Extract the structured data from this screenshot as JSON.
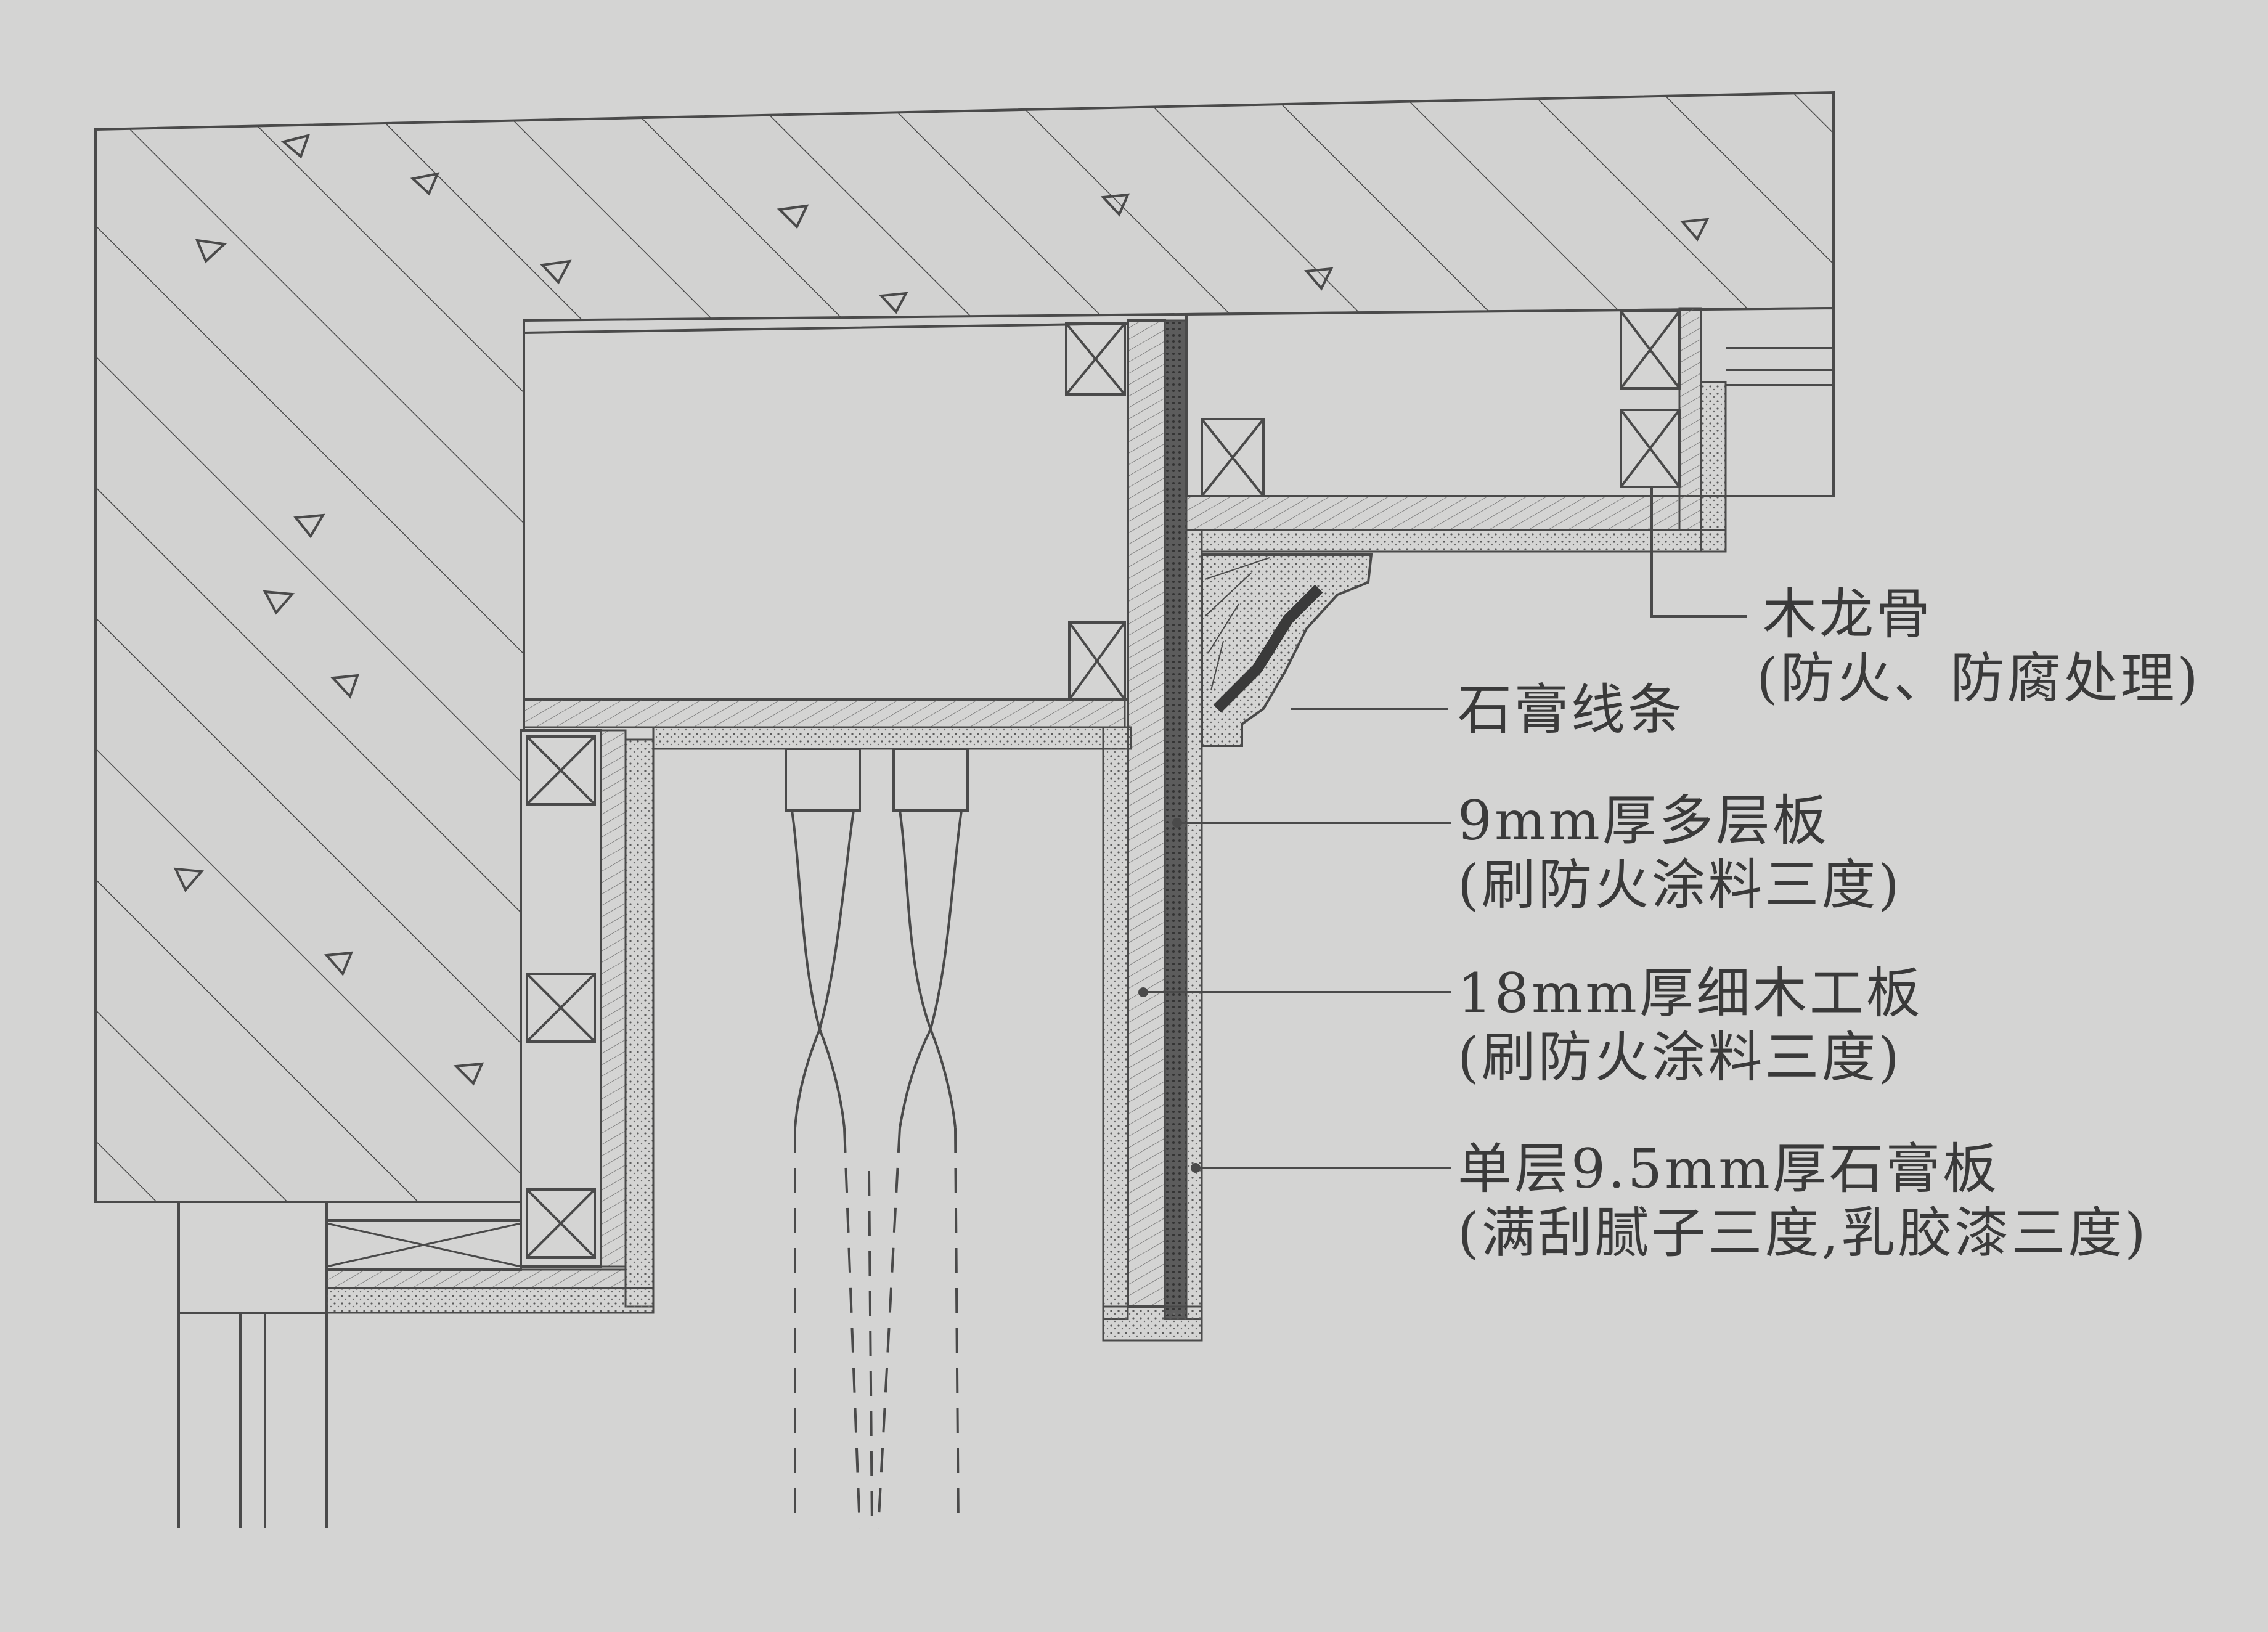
{
  "annotations": [
    {
      "id": "wood-keel",
      "line1": "木龙骨",
      "line2": "(防火、防腐处理)"
    },
    {
      "id": "gypsum-molding",
      "line1": "石膏线条",
      "line2": ""
    },
    {
      "id": "plywood-9mm",
      "line1": "9mm厚多层板",
      "line2": "(刷防火涂料三度)"
    },
    {
      "id": "blockboard-18mm",
      "line1": "18mm厚细木工板",
      "line2": "(刷防火涂料三度)"
    },
    {
      "id": "gypsum-board",
      "line1": "单层9.5mm厚石膏板",
      "line2": "(满刮腻子三度,乳胶漆三度)"
    }
  ],
  "colors": {
    "background": "#d4d4d3",
    "line": "#4a4a4a",
    "text": "#3a3a3a"
  }
}
